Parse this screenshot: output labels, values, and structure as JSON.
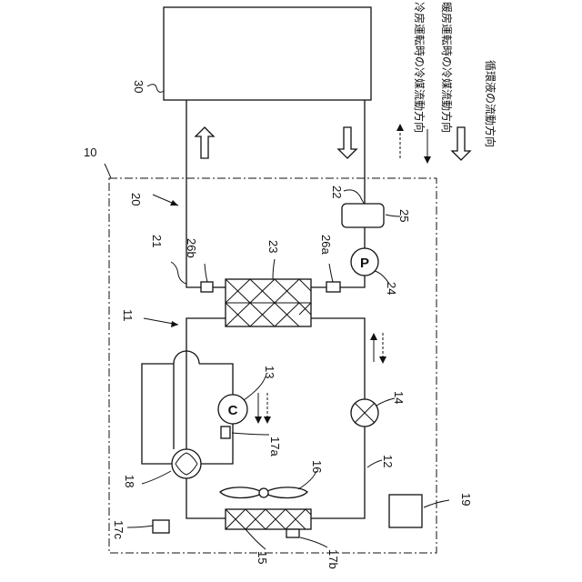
{
  "labels": {
    "n10": "10",
    "n11": "11",
    "n12": "12",
    "n13": "13",
    "n14": "14",
    "n15": "15",
    "n16": "16",
    "n17a": "17a",
    "n17b": "17b",
    "n17c": "17c",
    "n18": "18",
    "n19": "19",
    "n20": "20",
    "n21": "21",
    "n22": "22",
    "n23": "23",
    "n24": "24",
    "n25": "25",
    "n26a": "26a",
    "n26b": "26b",
    "n30": "30"
  },
  "symbols": {
    "compressor": "C",
    "pump": "P"
  },
  "legend": {
    "cooling": "冷房運転時の冷媒流動方向",
    "heating": "暖房運転時の冷媒流動方向",
    "circulating": "循環液の流動方向"
  }
}
